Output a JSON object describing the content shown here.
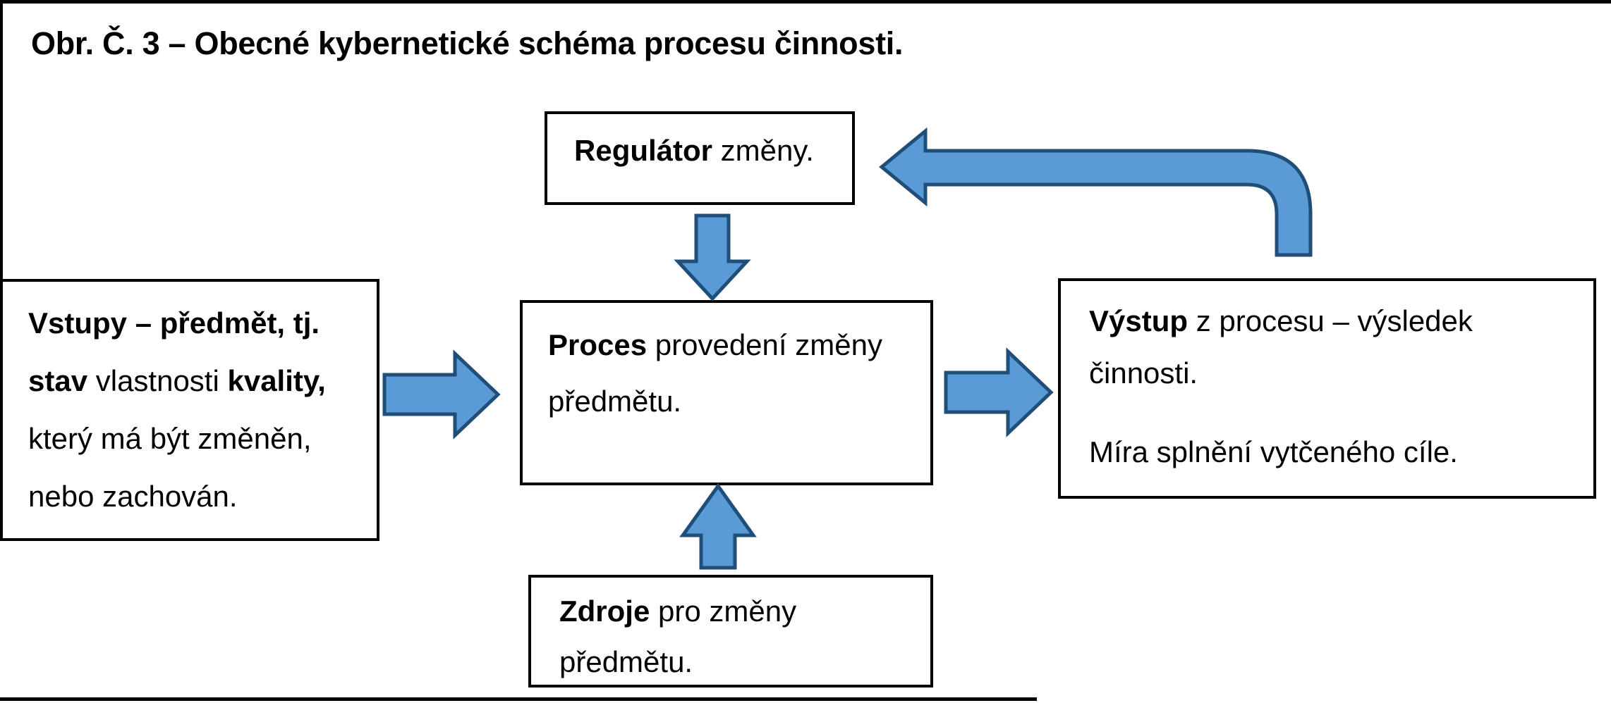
{
  "figure": {
    "title": "Obr. Č. 3 – Obecné kybernetické schéma procesu činnosti."
  },
  "colors": {
    "background": "#ffffff",
    "text": "#000000",
    "box_border": "#000000",
    "arrow_fill": "#5b9bd5",
    "arrow_stroke": "#1f4e79"
  },
  "boxes": {
    "regulator": {
      "lines": [
        {
          "runs": [
            {
              "t": "Regulátor",
              "b": true
            },
            {
              "t": " změny.",
              "b": false
            }
          ]
        }
      ]
    },
    "vstupy": {
      "lines": [
        {
          "runs": [
            {
              "t": "Vstupy – předmět, tj.",
              "b": true
            }
          ]
        },
        {
          "runs": [
            {
              "t": "stav",
              "b": true
            },
            {
              "t": " vlastnosti ",
              "b": false
            },
            {
              "t": "kvality,",
              "b": true
            }
          ]
        },
        {
          "runs": [
            {
              "t": "který má být změněn,",
              "b": false
            }
          ]
        },
        {
          "runs": [
            {
              "t": "nebo zachován.",
              "b": false
            }
          ]
        }
      ]
    },
    "proces": {
      "lines": [
        {
          "runs": [
            {
              "t": "Proces",
              "b": true
            },
            {
              "t": " provedení změny",
              "b": false
            }
          ]
        },
        {
          "runs": [
            {
              "t": "předmětu.",
              "b": false
            }
          ]
        }
      ]
    },
    "vystup": {
      "lines": [
        {
          "runs": [
            {
              "t": "Výstup",
              "b": true
            },
            {
              "t": " z procesu – výsledek",
              "b": false
            }
          ]
        },
        {
          "runs": [
            {
              "t": "činnosti.",
              "b": false
            }
          ]
        },
        {
          "runs": [
            {
              "t": "Míra splnění vytčeného cíle.",
              "b": false
            }
          ]
        }
      ]
    },
    "zdroje": {
      "lines": [
        {
          "runs": [
            {
              "t": "Zdroje",
              "b": true
            },
            {
              "t": " pro změny",
              "b": false
            }
          ]
        },
        {
          "runs": [
            {
              "t": "předmětu.",
              "b": false
            }
          ]
        }
      ]
    }
  },
  "arrows": [
    {
      "id": "input-to-process",
      "from": "vstupy",
      "to": "proces",
      "direction": "right"
    },
    {
      "id": "process-to-output",
      "from": "proces",
      "to": "vystup",
      "direction": "right"
    },
    {
      "id": "regulator-to-process",
      "from": "regulator",
      "to": "proces",
      "direction": "down"
    },
    {
      "id": "resources-to-process",
      "from": "zdroje",
      "to": "proces",
      "direction": "up"
    },
    {
      "id": "output-to-regulator",
      "from": "vystup",
      "to": "regulator",
      "direction": "bent-left"
    }
  ]
}
